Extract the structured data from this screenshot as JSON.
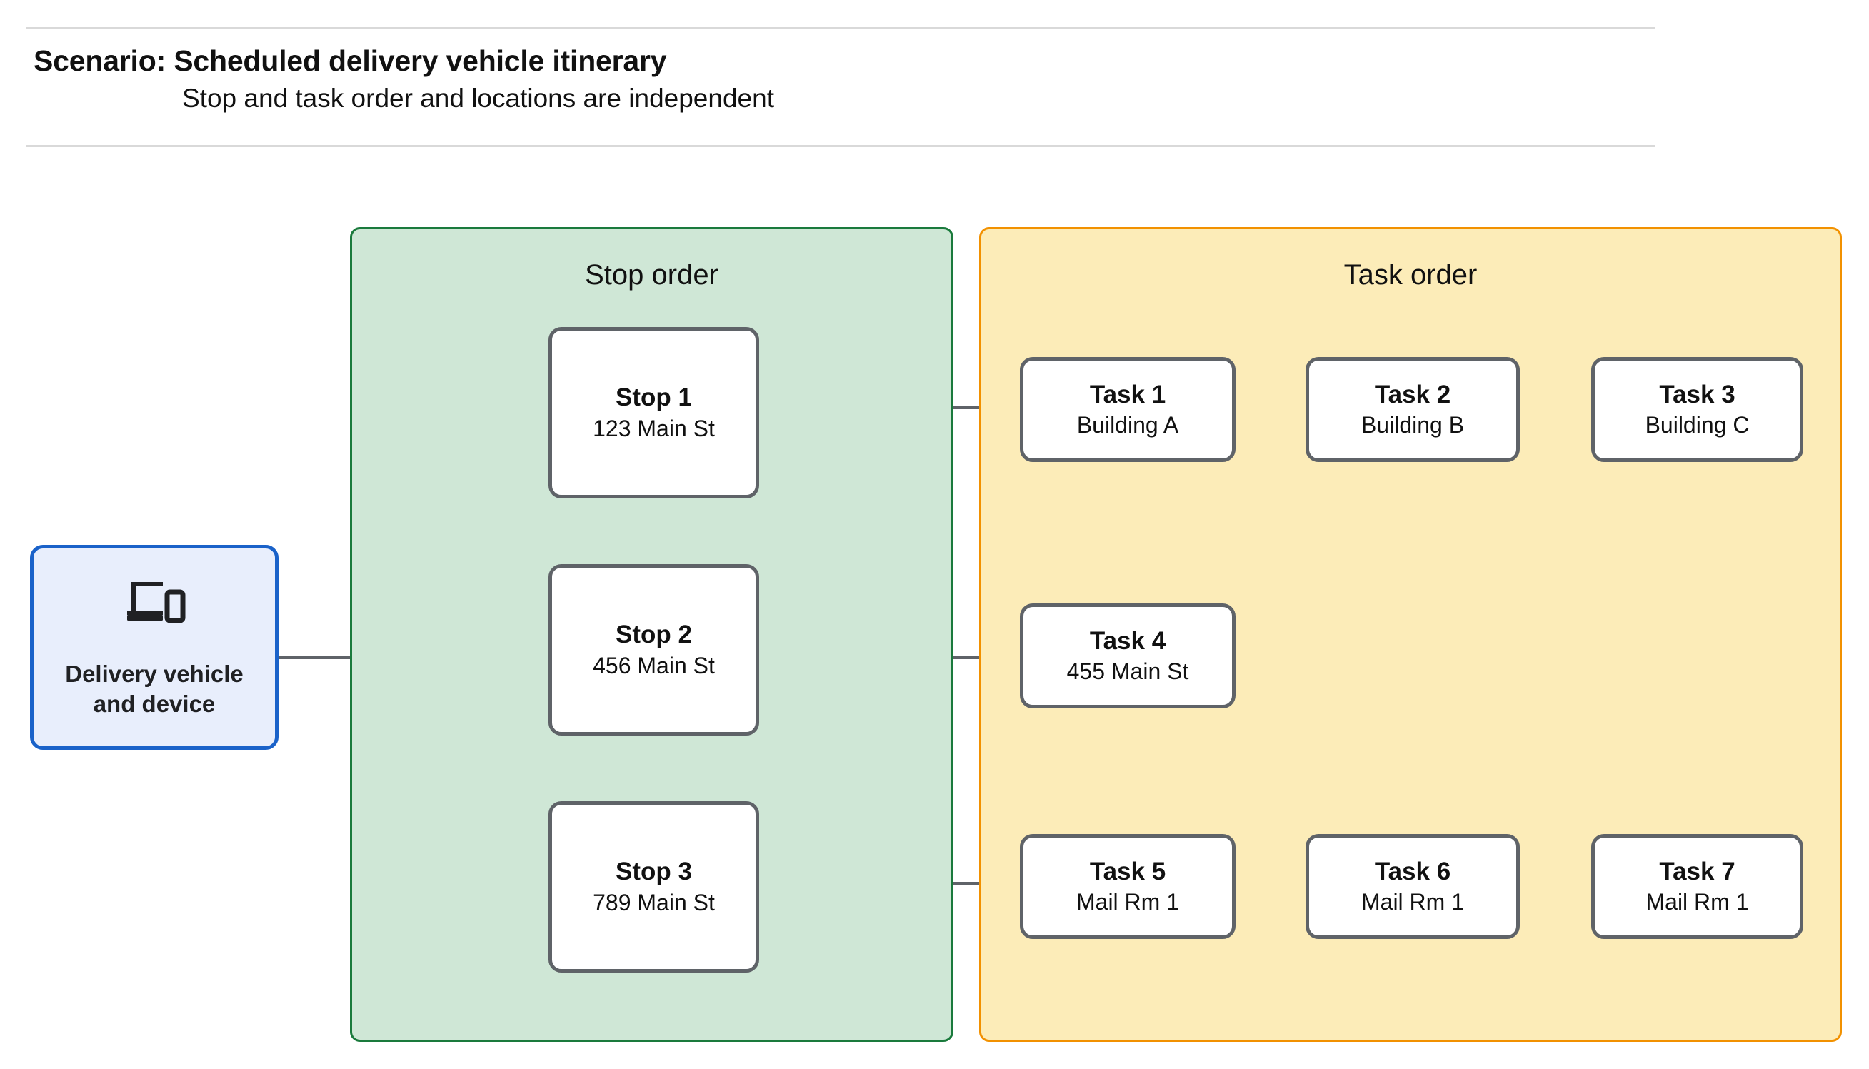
{
  "header": {
    "title": "Scenario: Scheduled delivery vehicle itinerary",
    "subtitle": "Stop and task order and locations are independent"
  },
  "vehicle": {
    "label": "Delivery vehicle\nand device",
    "icon": "devices-icon",
    "fill": "#e8eefc",
    "border": "#1a62c9"
  },
  "panels": {
    "stop": {
      "title": "Stop order",
      "fill": "#cfe7d6",
      "border": "#1a7a3c"
    },
    "task": {
      "title": "Task order",
      "fill": "#fcecb8",
      "border": "#f29100"
    }
  },
  "stops": [
    {
      "title": "Stop 1",
      "location": "123 Main St"
    },
    {
      "title": "Stop 2",
      "location": "456 Main St"
    },
    {
      "title": "Stop 3",
      "location": "789 Main St"
    }
  ],
  "task_rows": [
    {
      "stop_index": 0,
      "tasks": [
        {
          "title": "Task 1",
          "location": "Building A"
        },
        {
          "title": "Task 2",
          "location": "Building B"
        },
        {
          "title": "Task 3",
          "location": "Building C"
        }
      ]
    },
    {
      "stop_index": 1,
      "tasks": [
        {
          "title": "Task 4",
          "location": "455 Main St"
        }
      ]
    },
    {
      "stop_index": 2,
      "tasks": [
        {
          "title": "Task 5",
          "location": "Mail Rm 1"
        },
        {
          "title": "Task 6",
          "location": "Mail Rm 1"
        },
        {
          "title": "Task 7",
          "location": "Mail Rm 1"
        }
      ]
    }
  ],
  "colors": {
    "connector": "#5f6368",
    "node_border": "#5f6368",
    "node_fill": "#ffffff",
    "rule": "#d9d9d9",
    "text": "#111111"
  }
}
